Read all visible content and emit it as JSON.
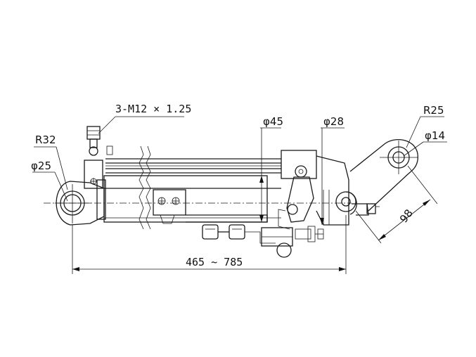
{
  "labels": {
    "thread": "3-M12 × 1.25",
    "r32": "R32",
    "d25": "φ25",
    "d45": "φ45",
    "d28": "φ28",
    "r25": "R25",
    "d14": "φ14",
    "length": "465 ~ 785",
    "dim98": "98"
  }
}
